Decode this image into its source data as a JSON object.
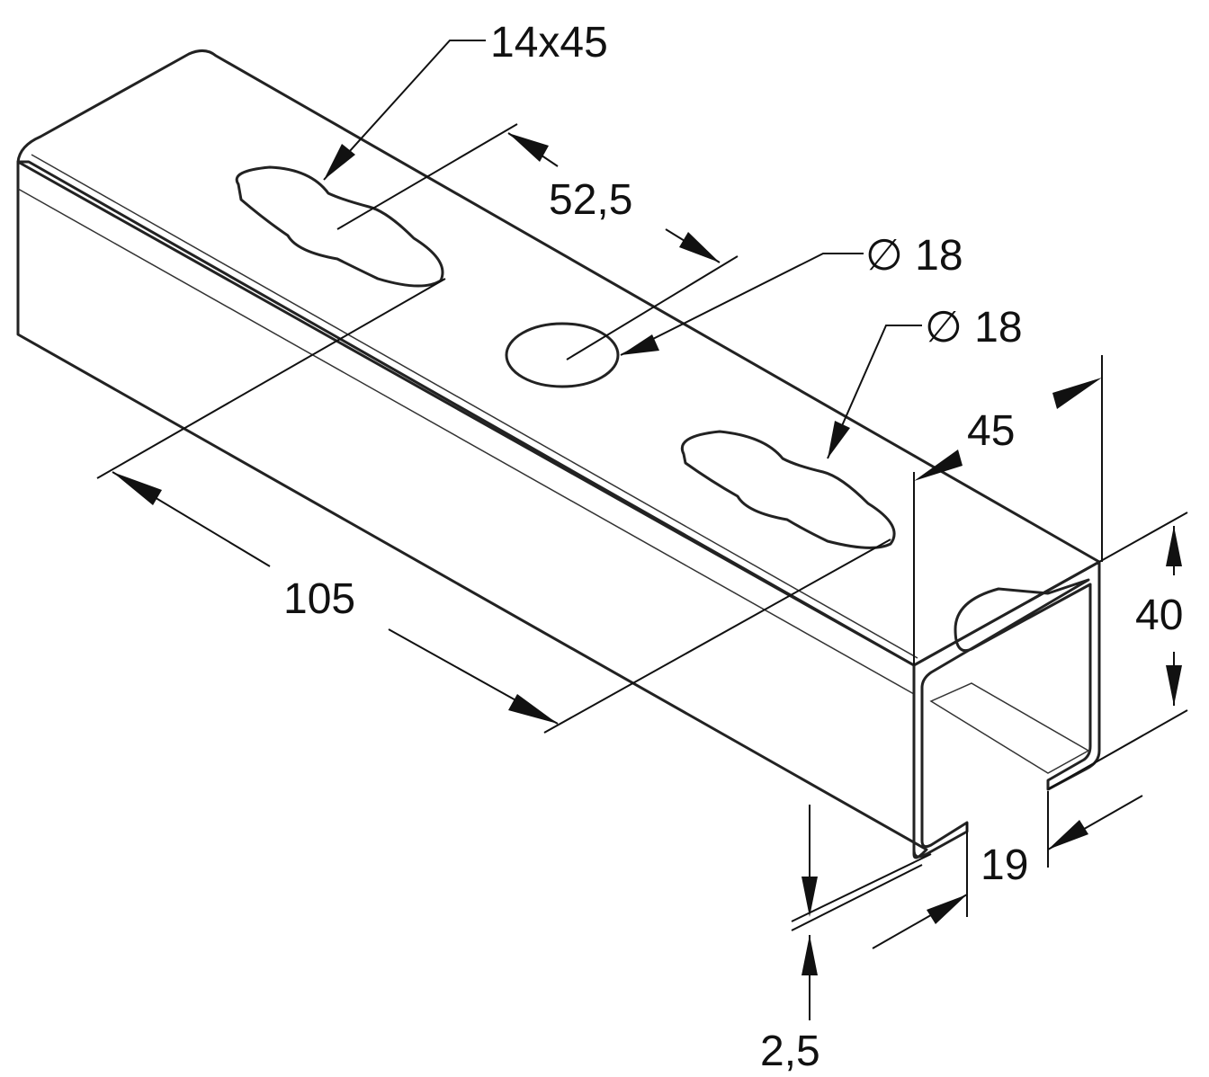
{
  "figure": {
    "subject": "slotted steel strut channel profile",
    "dimensions": [
      {
        "id": "slot",
        "label": "14x45"
      },
      {
        "id": "slot-pitch",
        "label": "52,5"
      },
      {
        "id": "hole-diameter",
        "label": "∅ 18"
      },
      {
        "id": "slot-diameter",
        "label": "∅ 18"
      },
      {
        "id": "width",
        "label": "45"
      },
      {
        "id": "height",
        "label": "40"
      },
      {
        "id": "pitch",
        "label": "105"
      },
      {
        "id": "opening",
        "label": "19"
      },
      {
        "id": "thickness",
        "label": "2,5"
      }
    ]
  },
  "colors": {
    "top_face": "#bdbdbd",
    "side_face": "#8c8c8c",
    "inner_face": "#a3a3a3",
    "hole": "#707070",
    "ink": "#111111"
  }
}
